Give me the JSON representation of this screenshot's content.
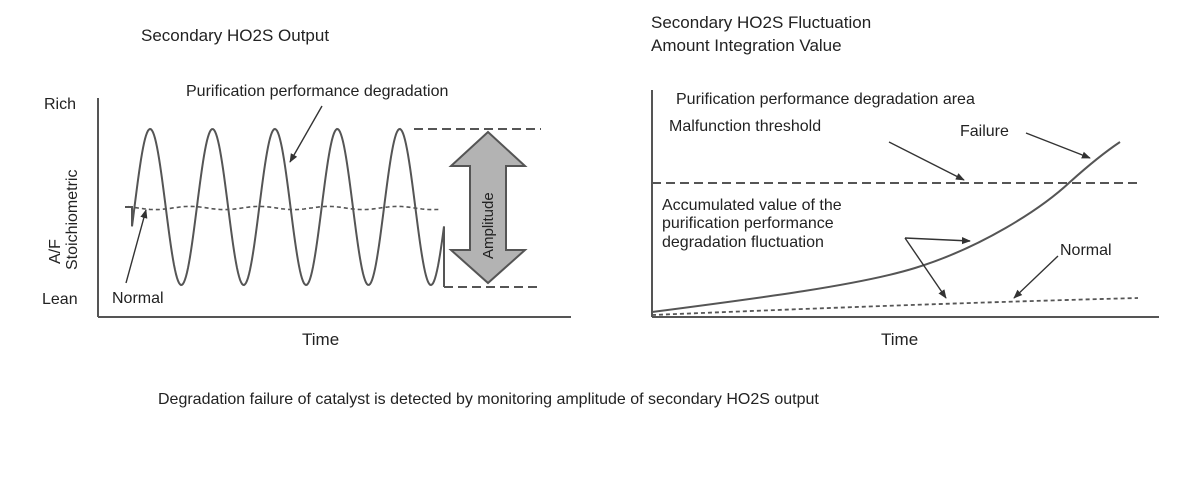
{
  "left_panel": {
    "title": "Secondary HO2S Output",
    "y_label_line1": "A/F",
    "y_label_line2": "Stoichiometric",
    "y_top_label": "Rich",
    "y_bottom_label": "Lean",
    "x_label": "Time",
    "annotation_degradation": "Purification performance degradation",
    "annotation_normal": "Normal",
    "amplitude_label": "Amplitude"
  },
  "right_panel": {
    "title_line1": "Secondary HO2S Fluctuation",
    "title_line2": "Amount Integration Value",
    "area_label": "Purification performance degradation area",
    "threshold_label": "Malfunction threshold",
    "failure_label": "Failure",
    "accumulated_line1": "Accumulated value of the",
    "accumulated_line2": "purification performance",
    "accumulated_line3": "degradation fluctuation",
    "normal_label": "Normal",
    "x_label": "Time"
  },
  "caption": "Degradation failure of catalyst is detected by monitoring amplitude of secondary HO2S output",
  "colors": {
    "line": "#555555",
    "text": "#222222",
    "arrow_fill": "#b3b3b3",
    "arrow_stroke": "#555555"
  }
}
